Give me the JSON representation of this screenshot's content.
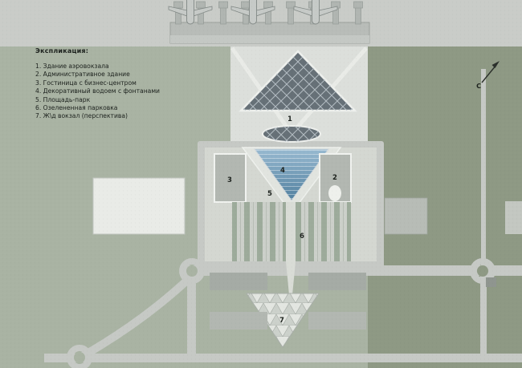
{
  "legend": {
    "title": "Экспликация:",
    "items": [
      "1. Здание аэровокзала",
      "2. Административное здание",
      "3. Гостиница с бизнес-центром",
      "4. Декоративный водоем с фонтанами",
      "5. Площадь-парк",
      "6. Озелененная парковка",
      "7. Ж\\д вокзал (перспектива)"
    ]
  },
  "plan": {
    "labels": [
      "1",
      "2",
      "3",
      "4",
      "5",
      "6",
      "7"
    ],
    "north_label": "С"
  },
  "palette": {
    "apron": "#c9ccc8",
    "green-left": "#a9b3a3",
    "green-right": "#8e9984",
    "road": "#c6c9c5",
    "plaza": "#d4d7d1",
    "terminal": "#dcdfdb",
    "building": "#b2b7b1",
    "building-dark": "#a5aba5",
    "building-light": "#e9ebe7",
    "roof": "#667077",
    "station": "#e0e3de",
    "water-top": "#97b9d0",
    "water-bottom": "#51809f",
    "ink": "#1c211d"
  }
}
